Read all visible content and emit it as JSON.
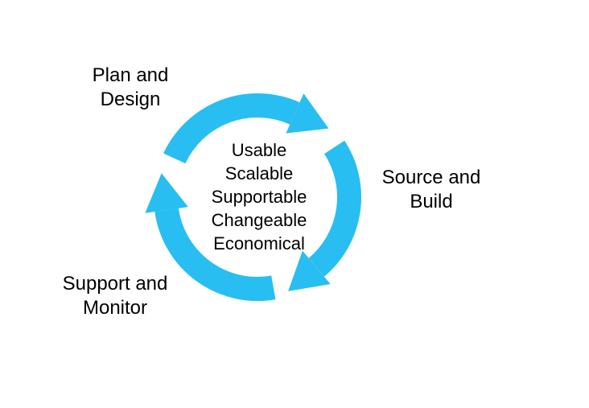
{
  "colors": {
    "arrow": "#29BEF1",
    "text": "#000000",
    "background": "#FFFFFF"
  },
  "stages": [
    {
      "line1": "Plan and",
      "line2": "Design"
    },
    {
      "line1": "Source and",
      "line2": "Build"
    },
    {
      "line1": "Support and",
      "line2": "Monitor"
    }
  ],
  "qualities": [
    "Usable",
    "Scalable",
    "Supportable",
    "Changeable",
    "Economical"
  ]
}
